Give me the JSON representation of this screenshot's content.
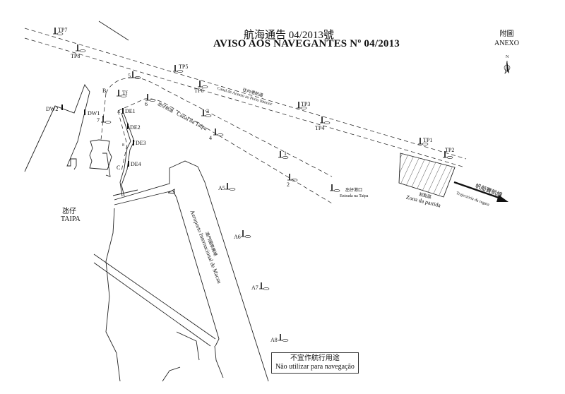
{
  "header": {
    "title_cn": "航海通告 04/2013號",
    "title_pt": "AVISO AOS NAVEGANTES Nº 04/2013",
    "annex_cn": "附圖",
    "annex_pt": "ANEXO",
    "north": "N"
  },
  "places": {
    "taipa_cn": "氹仔",
    "taipa_pt": "TAIPA",
    "airport_cn": "澳門國際機場",
    "airport_pt": "Aeroporto Internacional de Macau",
    "access_channel_cn": "往內港航道",
    "access_channel_pt": "Canal de Acesso ao Porto Interior",
    "taipa_channel_cn": "氹仔航道",
    "taipa_channel_pt": "Canal da Taipa",
    "taipa_entrance_cn": "氹仔港口",
    "taipa_entrance_pt": "Entrada na Taipa",
    "start_zone_cn": "起點區",
    "start_zone_pt": "Zona da partida",
    "regatta_cn": "帆船賽航線",
    "regatta_pt": "Trajectória da regata"
  },
  "buoys": [
    "TP7",
    "TP8",
    "TP5",
    "TP6",
    "5",
    "B",
    "Tf",
    "6",
    "DW2",
    "DW1",
    "A",
    "DE1",
    "7",
    "DE2",
    "8",
    "DE3",
    "DE4",
    "C",
    "3",
    "4",
    "TP3",
    "TP4",
    "1",
    "2",
    "TP1",
    "TP2",
    "A5",
    "A6",
    "A7",
    "A8"
  ],
  "disclaimer": {
    "cn": "不宜作航行用途",
    "pt": "Não utilizar para navegação"
  }
}
